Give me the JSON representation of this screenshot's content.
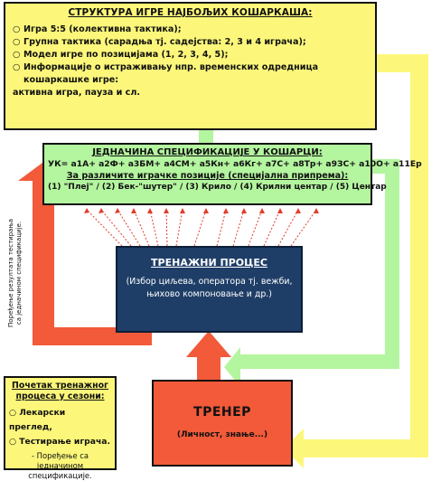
{
  "structure": {
    "title": "СТРУКТУРА ИГРЕ НАЈБОЉИХ КОШАРКАША:",
    "bullet": "○",
    "items": [
      "Игра 5:5 (колективна тактика);",
      "Групна тактика (сарадња тј. садејства: 2, 3 и 4 играча);",
      "Модел игре по позицијама (1, 2, 3, 4, 5);",
      "Информације о истраживању нпр. временских одредница кошаркашке игре:",
      "активна игра, пауза и сл."
    ]
  },
  "equation": {
    "title": "ЈЕДНАЧИНА СПЕЦИФИКАЦИЈЕ У КОШАРЦИ:",
    "formula": "УК= а1А+ а2Ф+ а3БМ+ а4СМ+ а5Кн+ а6Кг+ а7С+ а8Тр+ а9ЗС+ а10О+ а11Ер",
    "subtitle": "За различите играчке позиције (специјална припрема):",
    "positions": "(1) \"Плеј\" / (2) Бек-\"шутер\" / (3) Крило / (4) Крилни центар / (5) Центар"
  },
  "training": {
    "title": "ТРЕНАЖНИ ПРОЦЕС",
    "line1": "(Избор циљева, оператора тј. вежби,",
    "line2": "њихово компоновање и др.)"
  },
  "coach": {
    "title": "ТРЕНЕР",
    "subtitle": "(Личност, знање...)"
  },
  "season": {
    "title_line1": "Почетак тренажног",
    "title_line2": "процеса у сезони:",
    "bullet": "○",
    "items": [
      "Лекарски преглед,",
      "Тестирање играча."
    ],
    "note_line1": "- Поређење са",
    "note_line2": "једначином спецификације."
  },
  "vertical_note": {
    "line1": "Поређење резултата тестирања",
    "line2": "са једначином спецификације."
  },
  "colors": {
    "yellow": "#fcf77a",
    "green": "#b4f59f",
    "navy": "#1f3e67",
    "red": "#f25a3a",
    "dashed_red": "#e23b2a"
  }
}
